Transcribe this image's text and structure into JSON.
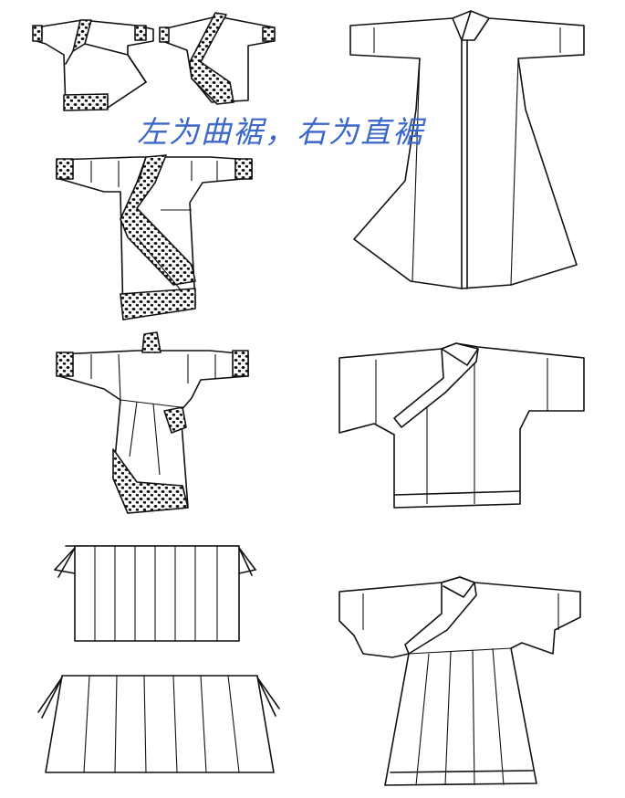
{
  "caption": "左为曲裾，右为直裾",
  "colors": {
    "caption": "#3a67c9",
    "line": "#111111",
    "background": "#ffffff"
  },
  "figures": {
    "left_column": [
      "quju-jacket-small-1",
      "quju-jacket-small-2",
      "quju-robe-front",
      "quju-robe-back",
      "skirt-panel-upper",
      "skirt-panel-lower"
    ],
    "right_column": [
      "zhiju-robe",
      "zhiju-jacket",
      "zhiju-robe-pleated"
    ]
  }
}
